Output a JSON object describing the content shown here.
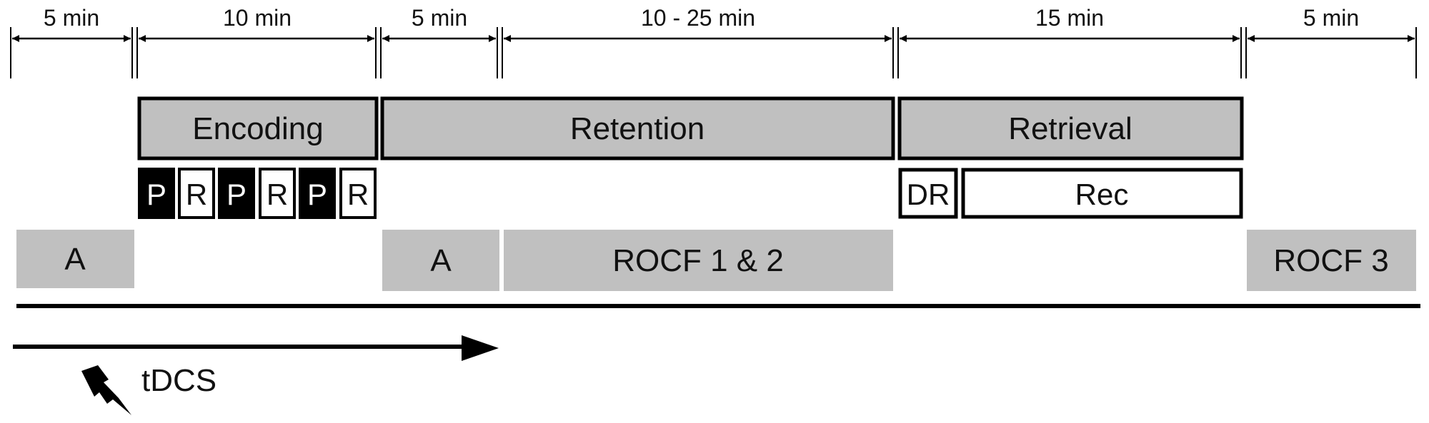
{
  "timeline": {
    "intervals": [
      {
        "label": "5 min"
      },
      {
        "label": "10 min"
      },
      {
        "label": "5 min"
      },
      {
        "label": "10 - 25 min"
      },
      {
        "label": "15 min"
      },
      {
        "label": "5 min"
      }
    ]
  },
  "phases": [
    {
      "label": "Encoding"
    },
    {
      "label": "Retention"
    },
    {
      "label": "Retrieval"
    }
  ],
  "encoding_blocks": [
    {
      "label": "P",
      "style": "black"
    },
    {
      "label": "R",
      "style": "white"
    },
    {
      "label": "P",
      "style": "black"
    },
    {
      "label": "R",
      "style": "white"
    },
    {
      "label": "P",
      "style": "black"
    },
    {
      "label": "R",
      "style": "white"
    }
  ],
  "retrieval_blocks": [
    {
      "label": "DR"
    },
    {
      "label": "Rec"
    }
  ],
  "activities": [
    {
      "label": "A"
    },
    {
      "label": "A"
    },
    {
      "label": "ROCF 1 & 2"
    },
    {
      "label": "ROCF 3"
    }
  ],
  "stimulation": {
    "label": "tDCS"
  },
  "colors": {
    "phase_fill": "#c0c0c0",
    "activity_fill": "#c0c0c0",
    "block_black": "#000000",
    "block_white": "#ffffff",
    "line": "#000000"
  }
}
